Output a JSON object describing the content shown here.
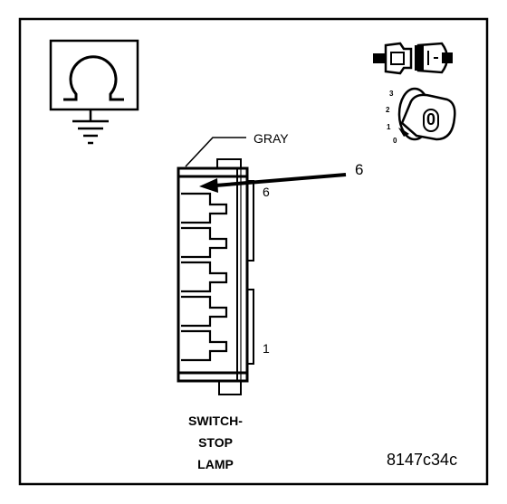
{
  "wire_color_label": "GRAY",
  "callout_pin": "6",
  "pin_labels": {
    "top": "6",
    "bottom": "1"
  },
  "ignition_positions": [
    "0",
    "1",
    "2",
    "3"
  ],
  "key_label": "0",
  "caption_lines": [
    "SWITCH-",
    "STOP",
    "LAMP"
  ],
  "figure_id": "8147c34c",
  "icons": {
    "meter": "ohmmeter-ground-icon",
    "connector": "connector-disconnect-icon",
    "ignition": "ignition-key-off-icon"
  }
}
